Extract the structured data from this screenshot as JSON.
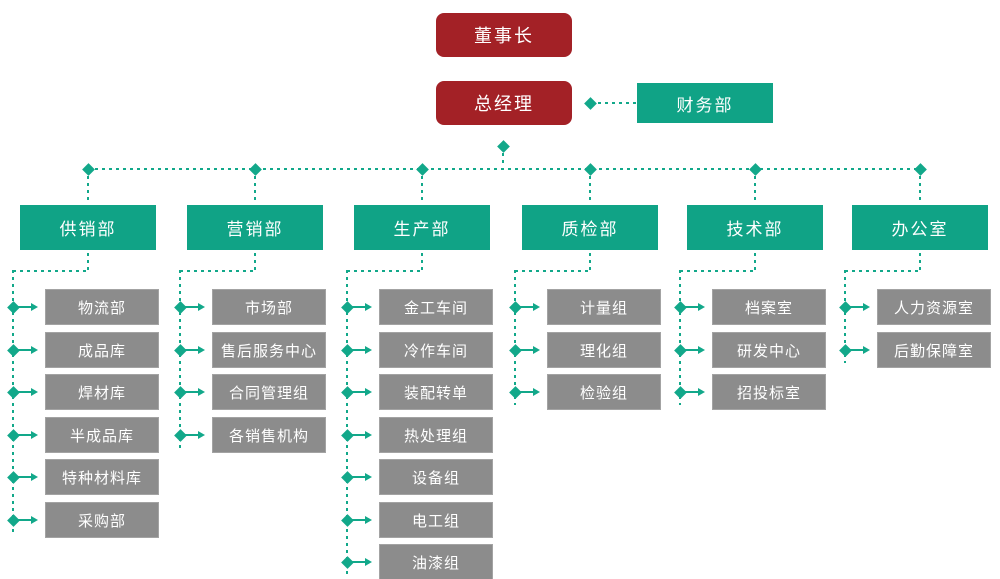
{
  "org": {
    "chairman": "董事长",
    "general_manager": "总经理",
    "finance_department": "财务部",
    "departments": [
      {
        "label": "供销部",
        "children": [
          "物流部",
          "成品库",
          "焊材库",
          "半成品库",
          "特种材料库",
          "采购部"
        ]
      },
      {
        "label": "营销部",
        "children": [
          "市场部",
          "售后服务中心",
          "合同管理组",
          "各销售机构"
        ]
      },
      {
        "label": "生产部",
        "children": [
          "金工车间",
          "冷作车间",
          "装配转单",
          "热处理组",
          "设备组",
          "电工组",
          "油漆组"
        ]
      },
      {
        "label": "质检部",
        "children": [
          "计量组",
          "理化组",
          "检验组"
        ]
      },
      {
        "label": "技术部",
        "children": [
          "档案室",
          "研发中心",
          "招投标室"
        ]
      },
      {
        "label": "办公室",
        "children": [
          "人力资源室",
          "后勤保障室"
        ]
      }
    ]
  },
  "colors": {
    "chairman_box": "#A32126",
    "department_box": "#10A386",
    "sub_department_box": "#8C8C8C",
    "connector": "#12A88A",
    "text": "#FFFFFF"
  }
}
